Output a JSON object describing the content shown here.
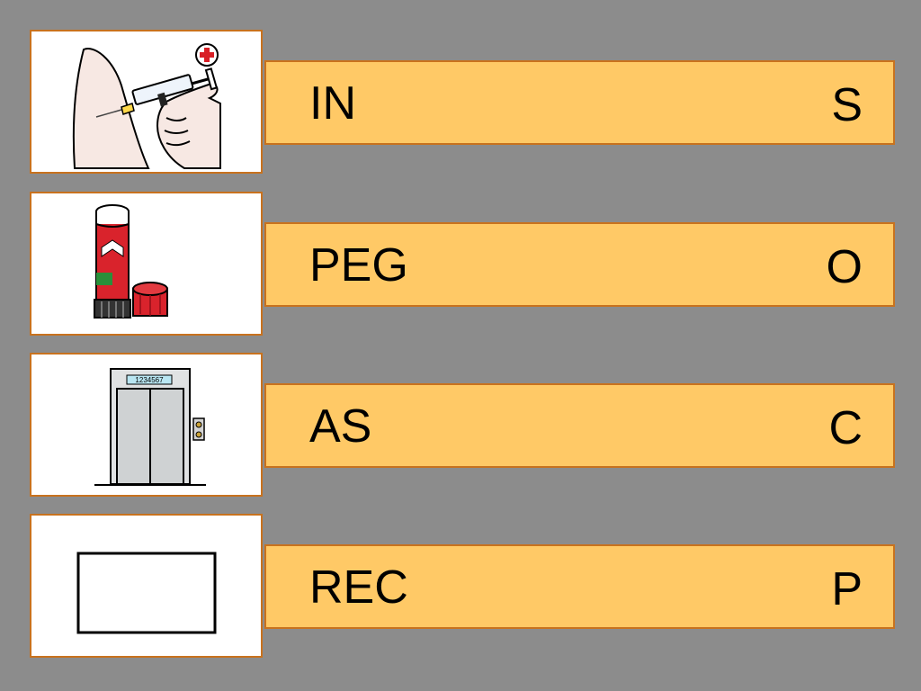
{
  "rows": [
    {
      "picture": "injection-icon",
      "start": "IN",
      "end": "S"
    },
    {
      "picture": "glue-stick-icon",
      "start": "PEG",
      "end": "O"
    },
    {
      "picture": "elevator-icon",
      "start": "AS",
      "end": "C",
      "elevator_display": "1234567"
    },
    {
      "picture": "rectangle-icon",
      "start": "REC",
      "end": "P"
    }
  ],
  "colors": {
    "background": "#8c8c8c",
    "bar_fill": "#ffc966",
    "border": "#c8721e",
    "card_fill": "#ffffff"
  }
}
